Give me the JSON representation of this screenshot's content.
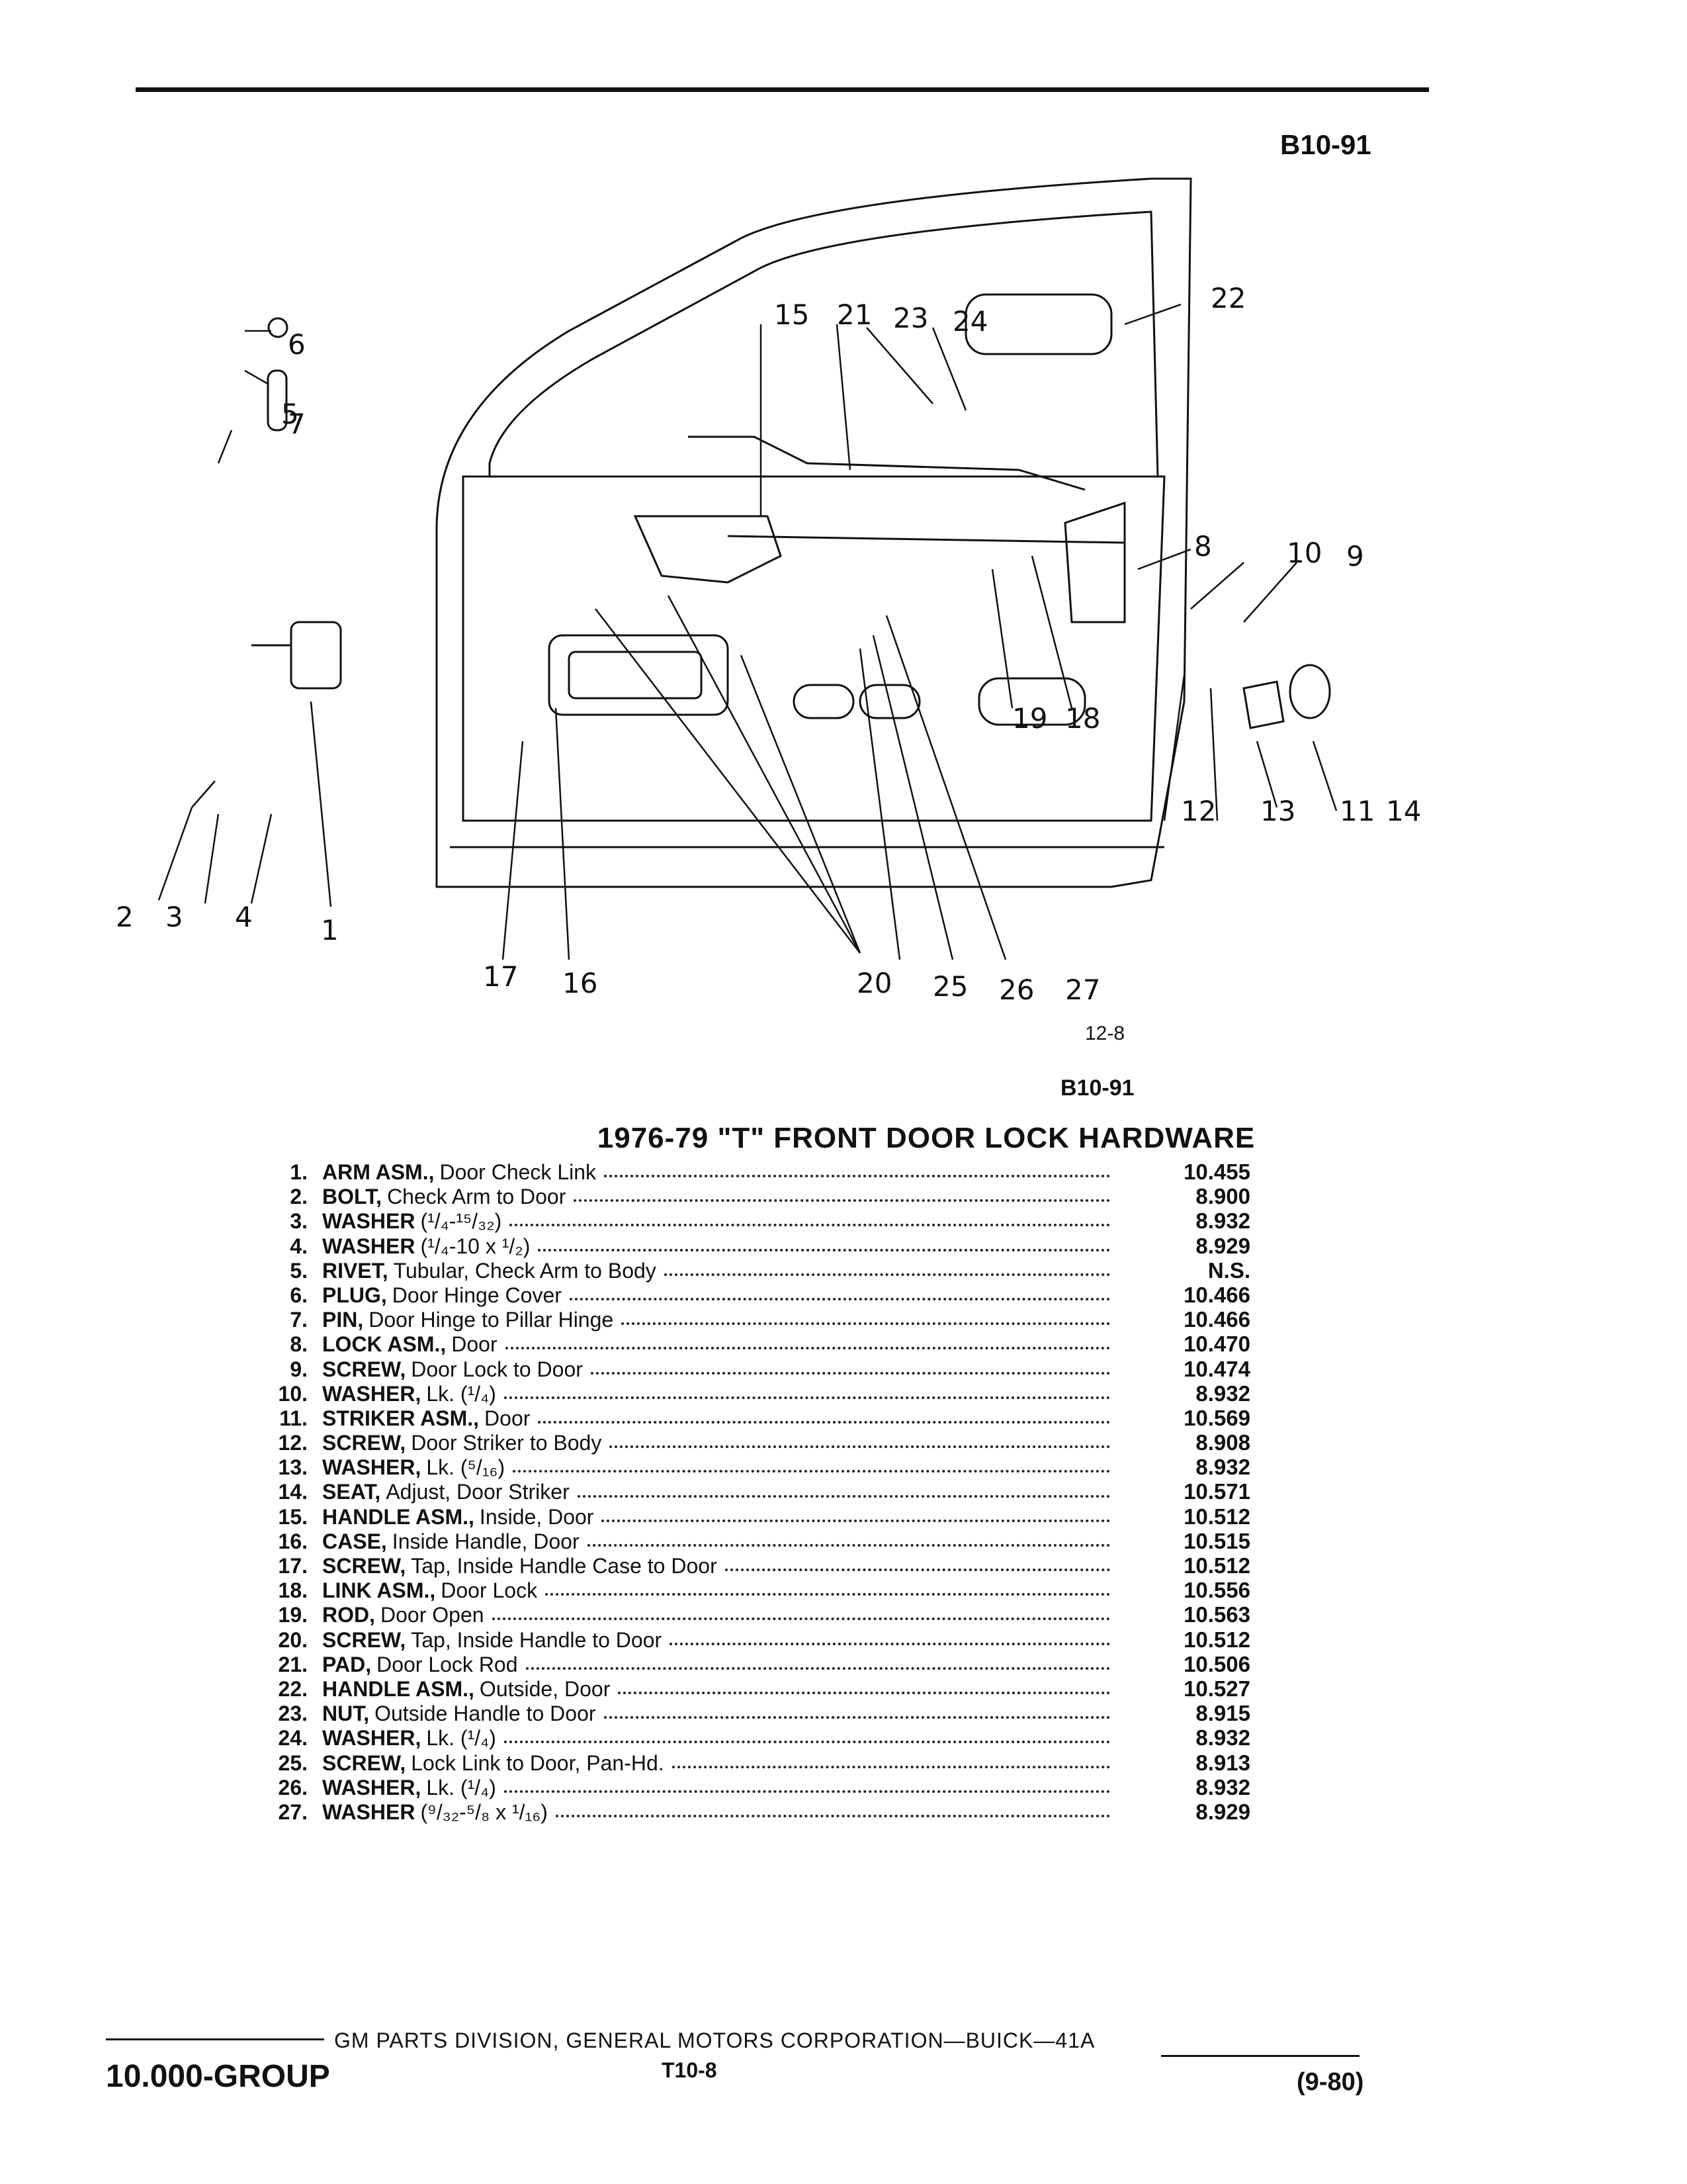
{
  "header": {
    "code_top": "B10-91"
  },
  "figure": {
    "number": "12-8",
    "code": "B10-91",
    "callouts": [
      "1",
      "2",
      "3",
      "4",
      "5",
      "6",
      "7",
      "8",
      "9",
      "10",
      "11",
      "12",
      "13",
      "14",
      "15",
      "16",
      "17",
      "18",
      "19",
      "20",
      "21",
      "22",
      "23",
      "24",
      "25",
      "26",
      "27"
    ]
  },
  "title": "1976-79 \"T\" FRONT DOOR LOCK HARDWARE",
  "parts": [
    {
      "num": "1.",
      "name": "ARM ASM.,",
      "desc": "Door Check Link",
      "val": "10.455"
    },
    {
      "num": "2.",
      "name": "BOLT,",
      "desc": "Check Arm to Door",
      "val": "8.900"
    },
    {
      "num": "3.",
      "name": "WASHER",
      "desc": "(¹/₄-¹⁵/₃₂)",
      "val": "8.932"
    },
    {
      "num": "4.",
      "name": "WASHER",
      "desc": "(¹/₄-10 x ¹/₂)",
      "val": "8.929"
    },
    {
      "num": "5.",
      "name": "RIVET,",
      "desc": "Tubular, Check Arm to Body",
      "val": "N.S."
    },
    {
      "num": "6.",
      "name": "PLUG,",
      "desc": "Door Hinge Cover",
      "val": "10.466"
    },
    {
      "num": "7.",
      "name": "PIN,",
      "desc": "Door Hinge to Pillar Hinge",
      "val": "10.466"
    },
    {
      "num": "8.",
      "name": "LOCK ASM.,",
      "desc": "Door",
      "val": "10.470"
    },
    {
      "num": "9.",
      "name": "SCREW,",
      "desc": "Door Lock to Door",
      "val": "10.474"
    },
    {
      "num": "10.",
      "name": "WASHER,",
      "desc": "Lk. (¹/₄)",
      "val": "8.932"
    },
    {
      "num": "11.",
      "name": "STRIKER ASM.,",
      "desc": "Door",
      "val": "10.569"
    },
    {
      "num": "12.",
      "name": "SCREW,",
      "desc": "Door Striker to Body",
      "val": "8.908"
    },
    {
      "num": "13.",
      "name": "WASHER,",
      "desc": "Lk. (⁵/₁₆)",
      "val": "8.932"
    },
    {
      "num": "14.",
      "name": "SEAT,",
      "desc": "Adjust, Door Striker",
      "val": "10.571"
    },
    {
      "num": "15.",
      "name": "HANDLE ASM.,",
      "desc": "Inside, Door",
      "val": "10.512"
    },
    {
      "num": "16.",
      "name": "CASE,",
      "desc": "Inside Handle, Door",
      "val": "10.515"
    },
    {
      "num": "17.",
      "name": "SCREW,",
      "desc": "Tap, Inside Handle Case to Door",
      "val": "10.512"
    },
    {
      "num": "18.",
      "name": "LINK ASM.,",
      "desc": "Door Lock",
      "val": "10.556"
    },
    {
      "num": "19.",
      "name": "ROD,",
      "desc": "Door Open",
      "val": "10.563"
    },
    {
      "num": "20.",
      "name": "SCREW,",
      "desc": "Tap, Inside Handle to Door",
      "val": "10.512"
    },
    {
      "num": "21.",
      "name": "PAD,",
      "desc": "Door Lock Rod",
      "val": "10.506"
    },
    {
      "num": "22.",
      "name": "HANDLE ASM.,",
      "desc": "Outside, Door",
      "val": "10.527"
    },
    {
      "num": "23.",
      "name": "NUT,",
      "desc": "Outside Handle to Door",
      "val": "8.915"
    },
    {
      "num": "24.",
      "name": "WASHER,",
      "desc": "Lk. (¹/₄)",
      "val": "8.932"
    },
    {
      "num": "25.",
      "name": "SCREW,",
      "desc": "Lock Link to Door, Pan-Hd.",
      "val": "8.913"
    },
    {
      "num": "26.",
      "name": "WASHER,",
      "desc": "Lk. (¹/₄)",
      "val": "8.932"
    },
    {
      "num": "27.",
      "name": "WASHER",
      "desc": "(⁹/₃₂-⁵/₈ x ¹/₁₆)",
      "val": "8.929"
    }
  ],
  "footer": {
    "group": "10.000-GROUP",
    "publisher": "GM PARTS DIVISION, GENERAL MOTORS CORPORATION—BUICK—41A",
    "page": "T10-8",
    "date": "(9-80)"
  }
}
